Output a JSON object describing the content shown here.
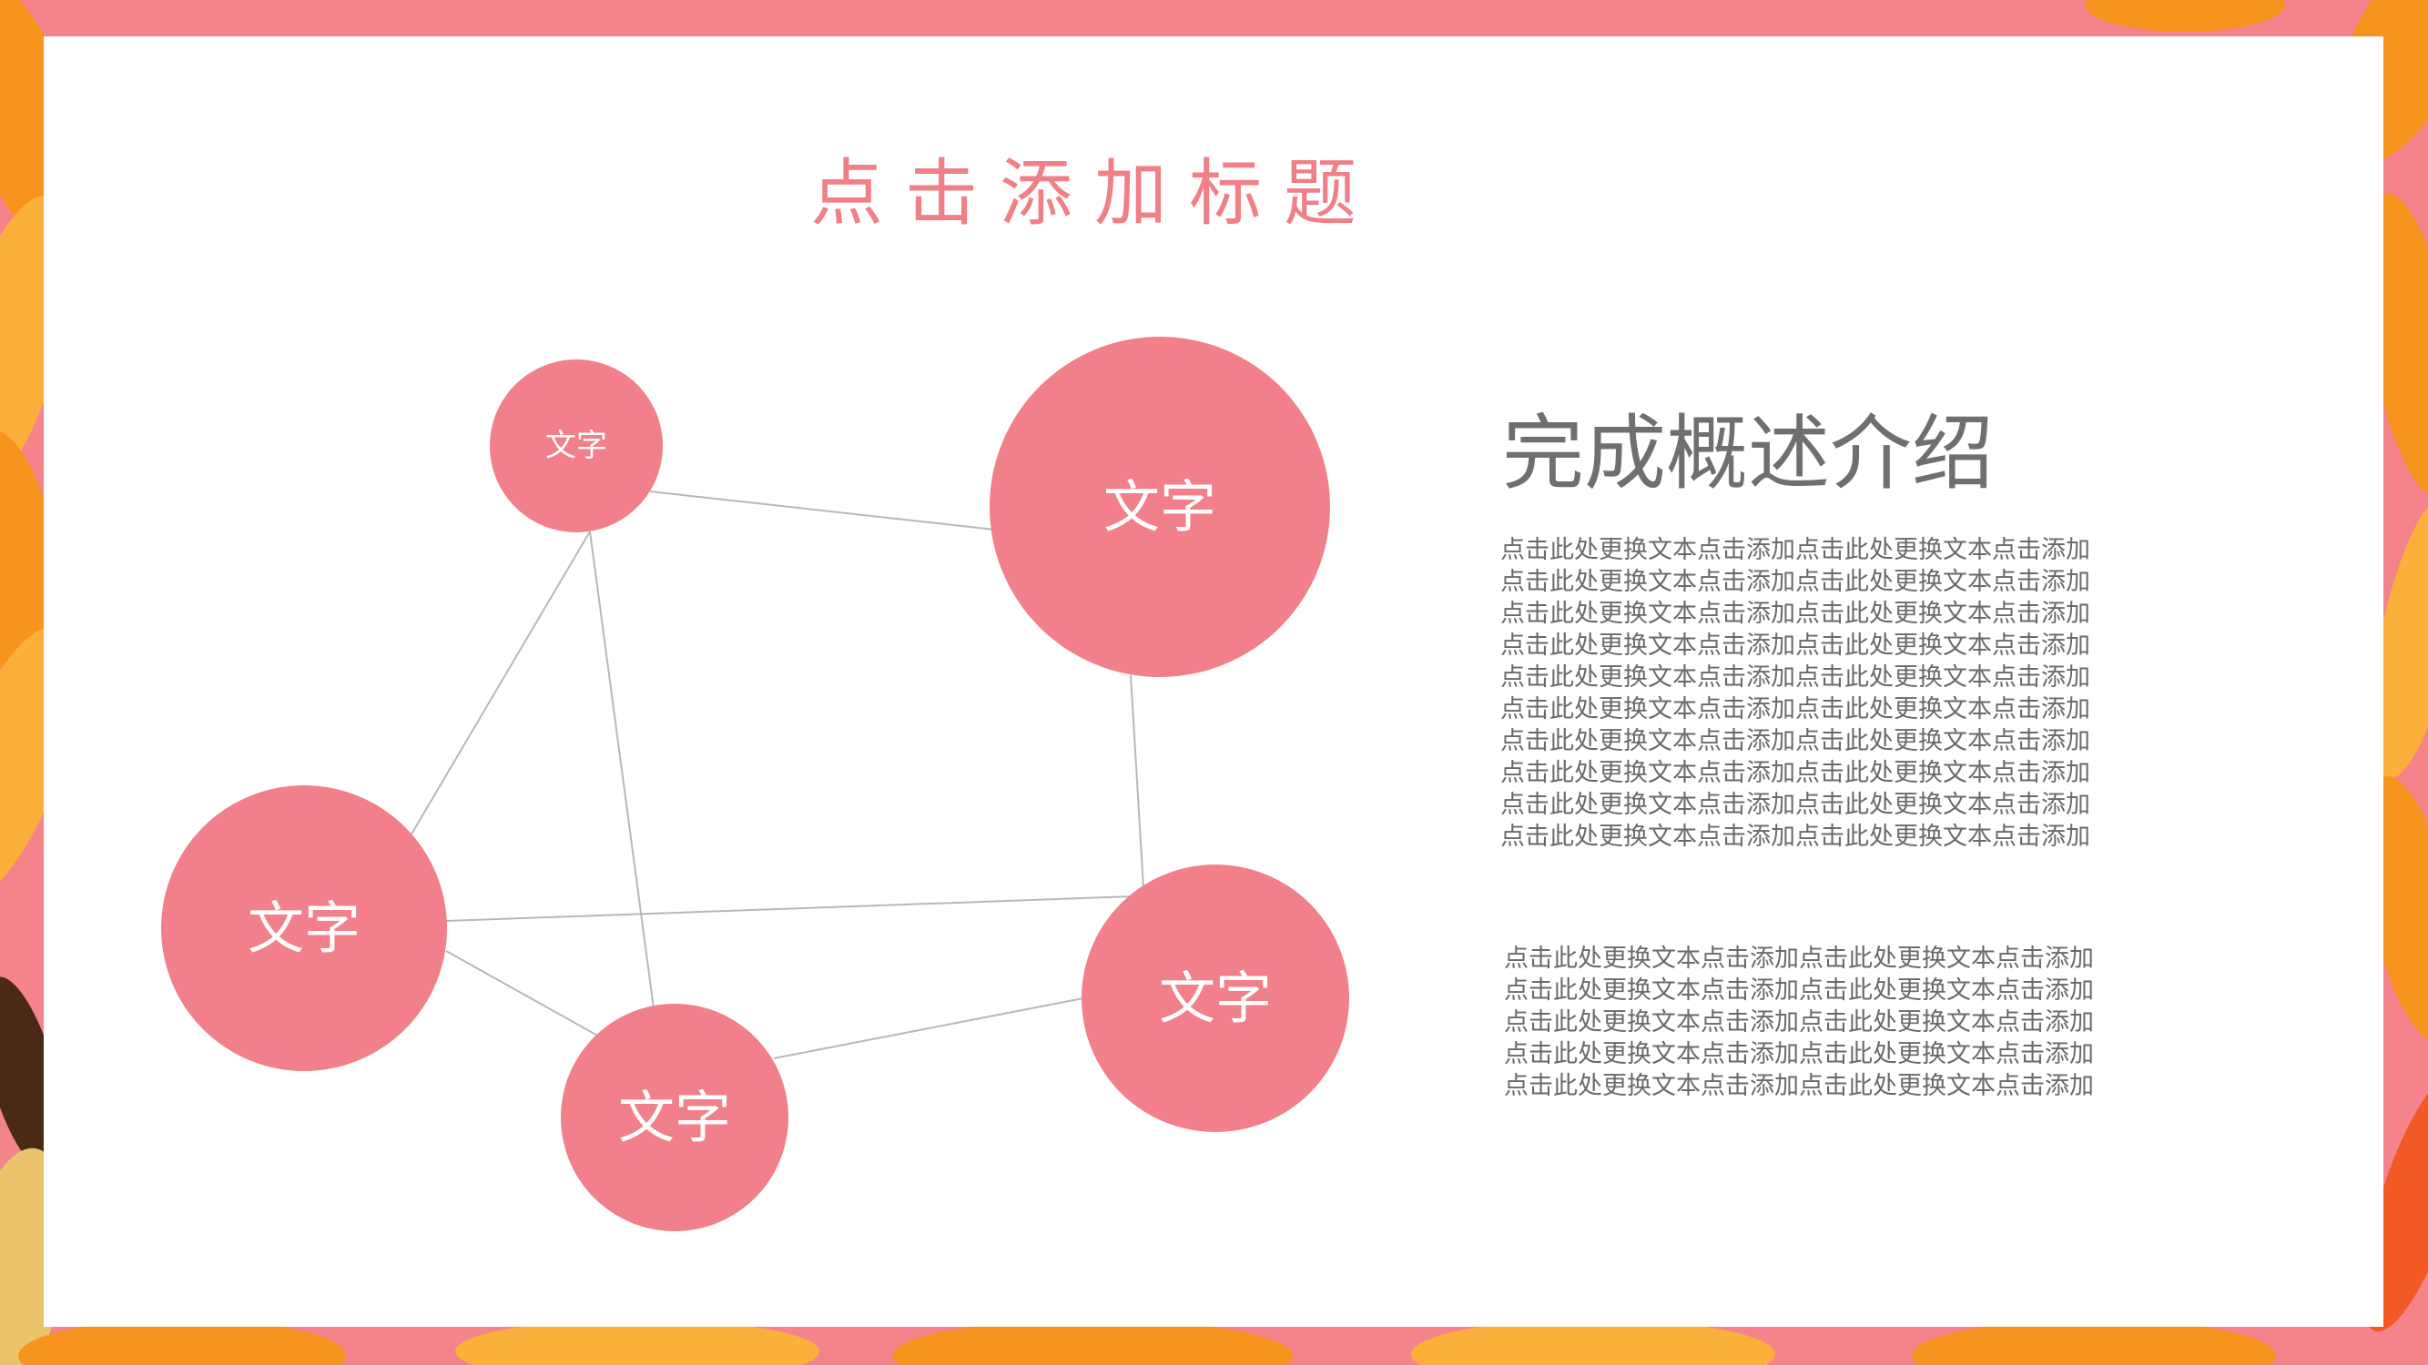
{
  "slide": {
    "title": "点击添加标题",
    "section_heading": "完成概述介绍",
    "paragraph_1": [
      "点击此处更换文本点击添加点击此处更换文本点击添加",
      "点击此处更换文本点击添加点击此处更换文本点击添加",
      "点击此处更换文本点击添加点击此处更换文本点击添加",
      "点击此处更换文本点击添加点击此处更换文本点击添加",
      "点击此处更换文本点击添加点击此处更换文本点击添加",
      "点击此处更换文本点击添加点击此处更换文本点击添加",
      "点击此处更换文本点击添加点击此处更换文本点击添加",
      "点击此处更换文本点击添加点击此处更换文本点击添加",
      "点击此处更换文本点击添加点击此处更换文本点击添加",
      "点击此处更换文本点击添加点击此处更换文本点击添加"
    ],
    "paragraph_2": [
      "点击此处更换文本点击添加点击此处更换文本点击添加",
      "点击此处更换文本点击添加点击此处更换文本点击添加",
      "点击此处更换文本点击添加点击此处更换文本点击添加",
      "点击此处更换文本点击添加点击此处更换文本点击添加",
      "点击此处更换文本点击添加点击此处更换文本点击添加"
    ]
  },
  "diagram": {
    "nodes": [
      {
        "id": "small",
        "label": "文字"
      },
      {
        "id": "large",
        "label": "文字"
      },
      {
        "id": "left",
        "label": "文字"
      },
      {
        "id": "bottom",
        "label": "文字"
      },
      {
        "id": "right",
        "label": "文字"
      }
    ],
    "edges": [
      [
        "small",
        "large"
      ],
      [
        "small",
        "left"
      ],
      [
        "small",
        "bottom"
      ],
      [
        "large",
        "right"
      ],
      [
        "left",
        "right"
      ],
      [
        "left",
        "bottom"
      ],
      [
        "bottom",
        "right"
      ]
    ]
  },
  "colors": {
    "node_fill": "#f2808a",
    "title": "#f07f88",
    "heading": "#6f6f6f",
    "body_text": "#6a6a6a",
    "edge": "#b8b8b8",
    "frame": "#f4838c",
    "petal_orange": "#f7941d",
    "petal_yellow": "#fbb03b",
    "petal_dark": "#4a2a14"
  }
}
